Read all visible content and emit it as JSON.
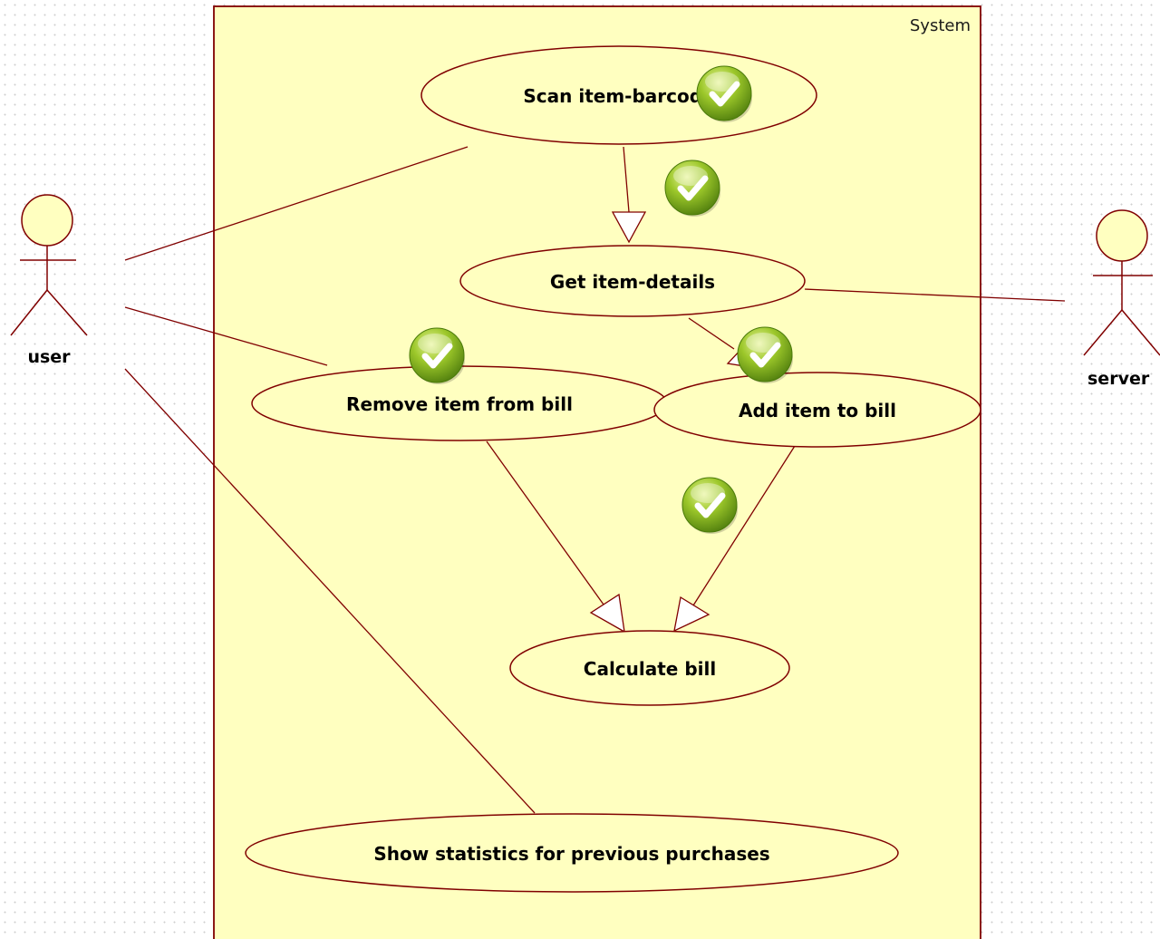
{
  "system": {
    "label": "System"
  },
  "actors": {
    "user": "user",
    "server": "server"
  },
  "use_cases": {
    "scan": "Scan item-barcode",
    "details": "Get item-details",
    "remove": "Remove item from  bill",
    "add": "Add item to bill",
    "calculate": "Calculate bill",
    "stats": "Show statistics for previous purchases"
  },
  "colors": {
    "system_fill": "#ffffc0",
    "line": "#800000",
    "check_green": "#7cb518"
  },
  "icons": {
    "check": "checkmark-icon"
  }
}
